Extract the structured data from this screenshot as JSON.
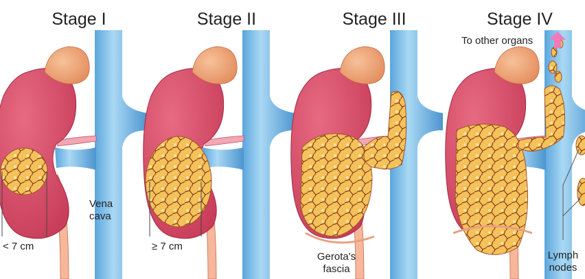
{
  "stages": [
    {
      "title": "Stage I",
      "measure": "< 7 cm"
    },
    {
      "title": "Stage II",
      "measure": "≥ 7 cm"
    },
    {
      "title": "Stage III",
      "fascia_line1": "Gerota's",
      "fascia_line2": "fascia"
    },
    {
      "title": "Stage IV",
      "spread": "To other organs",
      "nodes_line1": "Lymph",
      "nodes_line2": "nodes"
    }
  ],
  "vena_cava": {
    "line1": "Vena",
    "line2": "cava"
  },
  "colors": {
    "kidney": "#d9506a",
    "adrenal": "#f0a070",
    "vein": "#8ec8ec",
    "tumor": "#f3c25a",
    "artery": "#f2a7b4",
    "arrow": "#f07ab8"
  }
}
